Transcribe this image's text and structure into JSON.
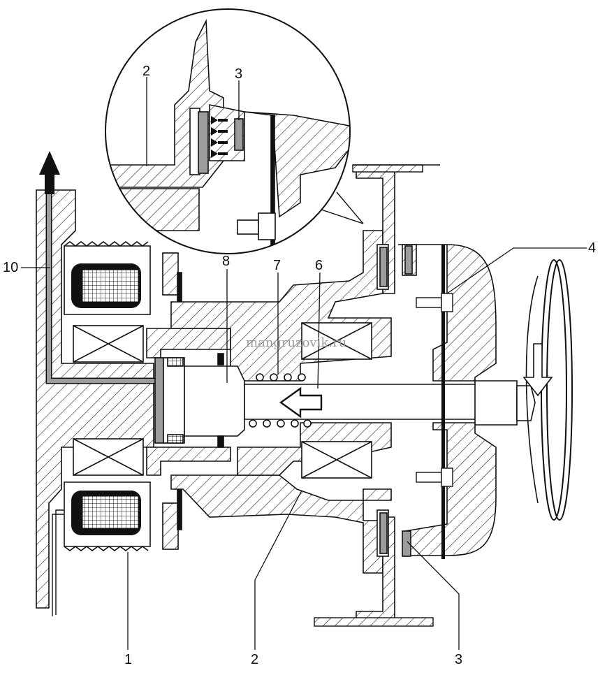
{
  "labels": {
    "l1": "1",
    "l2": "2",
    "l3": "3",
    "l4": "4",
    "l6": "6",
    "l7": "7",
    "l8": "8",
    "l10": "10",
    "zoom2": "2",
    "zoom3": "3"
  },
  "watermark": "mangruzovik.ru",
  "colors": {
    "ink": "#111111",
    "grey_channel": "#9c9c9c",
    "coil_fill": "#ffffff"
  }
}
